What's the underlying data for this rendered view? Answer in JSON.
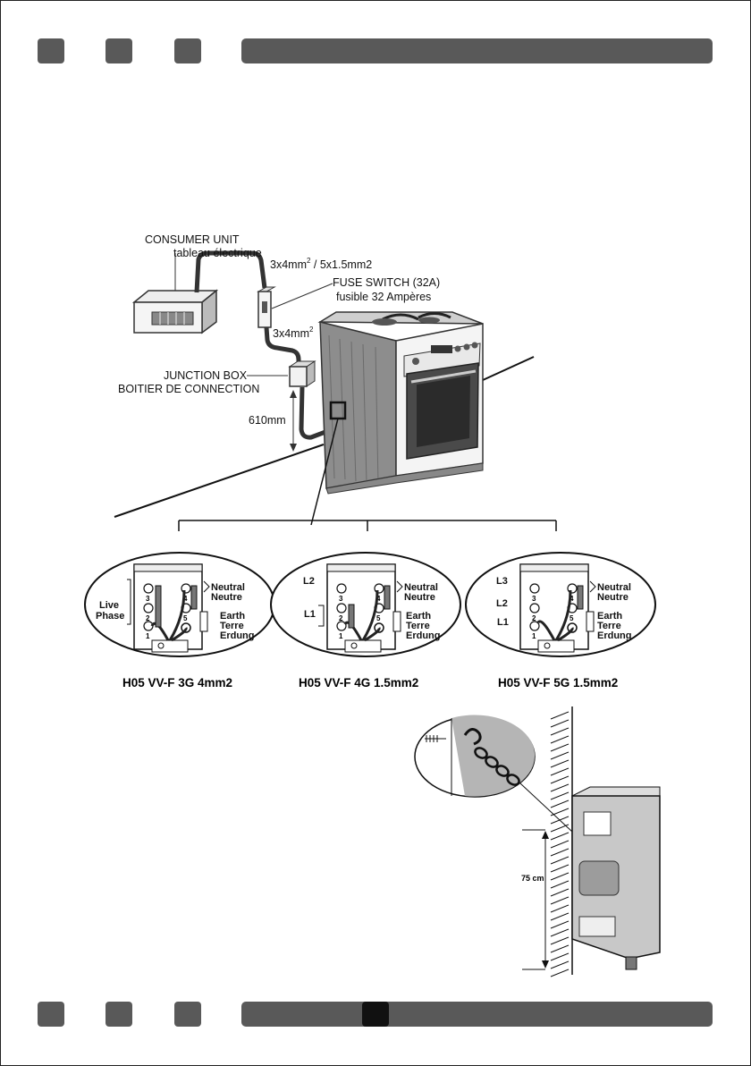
{
  "wiring": {
    "consumer_unit": "CONSUMER UNIT",
    "consumer_unit_fr": "tableau électrique",
    "cable_a": "3x4mm",
    "cable_a_sup": "2",
    "cable_b": " / 5x1.5mm2",
    "fuse_switch": "FUSE SWITCH (32A)",
    "fuse_switch_fr": "fusible 32 Ampères",
    "cable_c": "3x4mm",
    "cable_c_sup": "2",
    "junction_box": "JUNCTION BOX",
    "junction_box_fr": "BOITIER DE CONNECTION",
    "height": "610mm"
  },
  "terminals": [
    {
      "live": "Live",
      "phase": "Phase",
      "neutral": "Neutral",
      "neutre": "Neutre",
      "earth": "Earth",
      "terre": "Terre",
      "erdung": "Erdung",
      "cable": "H05 VV-F 3G 4mm2"
    },
    {
      "l2": "L2",
      "l1": "L1",
      "neutral": "Neutral",
      "neutre": "Neutre",
      "earth": "Earth",
      "terre": "Terre",
      "erdung": "Erdung",
      "cable": "H05 VV-F 4G 1.5mm2"
    },
    {
      "l3": "L3",
      "l2": "L2",
      "l1": "L1",
      "neutral": "Neutral",
      "neutre": "Neutre",
      "earth": "Earth",
      "terre": "Terre",
      "erdung": "Erdung",
      "cable": "H05 VV-F 5G 1.5mm2"
    }
  ],
  "terminal_numbers": [
    "1",
    "2",
    "3",
    "4",
    "5"
  ],
  "chain": {
    "height": "75 cm"
  },
  "colors": {
    "bar": "#595959",
    "page_marker": "#111111"
  }
}
